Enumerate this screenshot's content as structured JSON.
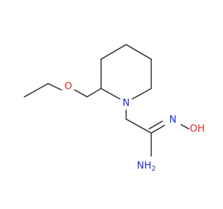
{
  "colors": {
    "bond": "#3a3a3a",
    "oxygen": "#e8261f",
    "nitrogen": "#1f2fd6"
  },
  "labels": {
    "ether_oxygen": "O",
    "ring_nitrogen": "N",
    "oxime_nitrogen": "N",
    "hydroxyl": "OH",
    "amine_group": "NH",
    "amine_subscript": "2"
  }
}
